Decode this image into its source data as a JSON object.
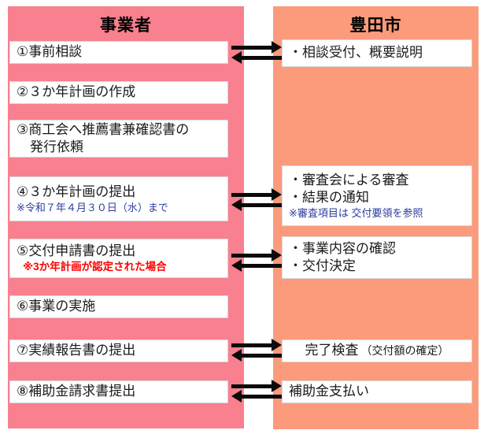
{
  "colors": {
    "business_column_bg": "#F8808F",
    "city_column_bg": "#FB9B7C",
    "note_blue": "#2B3C9C",
    "note_red": "#FF0000",
    "arrow_black": "#0A0A0A",
    "box_bg": "#FFFFFF"
  },
  "left": {
    "title": "事業者",
    "boxes": {
      "b1": {
        "text": "①事前相談"
      },
      "b2": {
        "text": "②３か年計画の作成"
      },
      "b3": {
        "text": "③商工会へ推薦書兼確認書の",
        "text2": "発行依頼"
      },
      "b4": {
        "text": "④３か年計画の提出",
        "note": "※令和７年４月３０日（水）まで"
      },
      "b5": {
        "text": "⑤交付申請書の提出",
        "note": "※3か年計画が認定された場合"
      },
      "b6": {
        "text": "⑥事業の実施"
      },
      "b7": {
        "text": "⑦実績報告書の提出"
      },
      "b8": {
        "text": "⑧補助金請求書提出"
      }
    }
  },
  "right": {
    "title": "豊田市",
    "boxes": {
      "r1": {
        "text": "・相談受付、概要説明"
      },
      "r2": {
        "text": "・審査会による審査",
        "text2": "・結果の通知",
        "note": "※審査項目は 交付要領を参照"
      },
      "r3": {
        "text": "・事業内容の確認",
        "text2": "・交付決定"
      },
      "r4": {
        "text": "完了検査",
        "paren": "（交付額の確定）"
      },
      "r5": {
        "text": "補助金支払い"
      }
    }
  },
  "arrows": {
    "style": "bidirectional",
    "pairs": 5
  }
}
